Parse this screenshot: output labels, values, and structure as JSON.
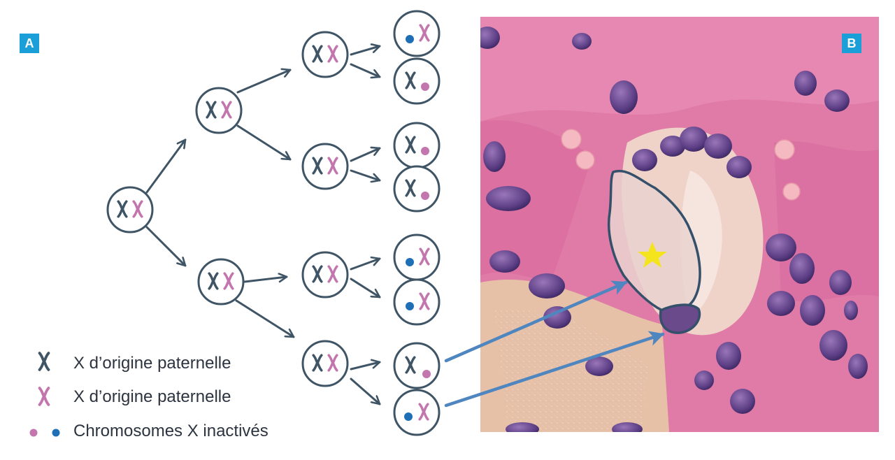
{
  "panels": {
    "a_label": "A",
    "b_label": "B"
  },
  "legend": {
    "item1": "X d’origine paternelle",
    "item2": "X d’origine paternelle",
    "item3": "Chromosomes X inactivés"
  },
  "colors": {
    "stroke": "#3f5566",
    "paternal": "#3f5566",
    "maternal": "#c276ad",
    "inactive_blue": "#1f6fb6",
    "inactive_pink": "#c276ad",
    "arrow_blue": "#4f86bf",
    "badge": "#1a9fd9",
    "star": "#f4e41d"
  },
  "photo": {
    "marker": "star-icon"
  }
}
